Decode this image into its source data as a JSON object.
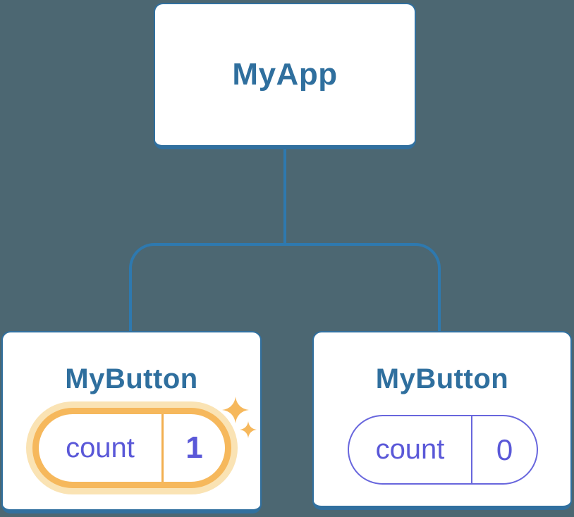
{
  "diagram": {
    "type": "component-tree",
    "root": {
      "title": "MyApp"
    },
    "children": [
      {
        "title": "MyButton",
        "state": {
          "label": "count",
          "value": "1"
        },
        "highlighted": true,
        "decoration": "sparkles"
      },
      {
        "title": "MyButton",
        "state": {
          "label": "count",
          "value": "0"
        },
        "highlighted": false
      }
    ]
  },
  "colors": {
    "bg": "#4C6772",
    "line": "#2E79AF",
    "card-border": "#31709F",
    "title": "#2F6F9E",
    "purple": "#5A58D8",
    "purple-border": "#6866DD",
    "orange": "#F6B85C",
    "orange-glow": "#FAE3B4",
    "orange-divider": "#F2AF4F",
    "card-bg": "#FFFFFF"
  }
}
